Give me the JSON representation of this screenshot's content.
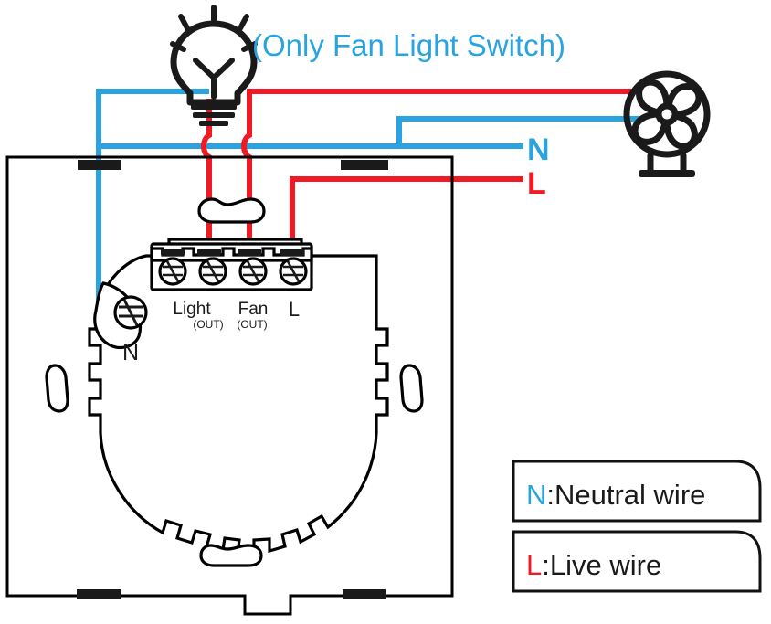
{
  "diagram": {
    "title_note": "(Only Fan Light Switch)",
    "colors": {
      "neutral_blue": "#29a4e0",
      "live_red": "#ee1b24",
      "ink_black": "#1a1a1a",
      "background": "#ffffff"
    },
    "icons": {
      "bulb": "light-bulb-icon",
      "fan": "table-fan-icon"
    },
    "terminals": {
      "count": 4,
      "labels": [
        {
          "name": "Light",
          "sub": "(OUT)"
        },
        {
          "name": "Fan",
          "sub": "(OUT)"
        },
        {
          "name": "L",
          "sub": ""
        }
      ],
      "neutral_terminal_label": "N"
    },
    "wire_endpoints": [
      {
        "label": "N",
        "color": "#29a4e0",
        "meaning": "Neutral wire"
      },
      {
        "label": "L",
        "color": "#ee1b24",
        "meaning": "Live wire"
      }
    ],
    "legend": [
      {
        "key": "N",
        "key_color": "#29a4e0",
        "text": ":Neutral wire"
      },
      {
        "key": "L",
        "key_color": "#ee1b24",
        "text": ":Live wire"
      }
    ]
  }
}
